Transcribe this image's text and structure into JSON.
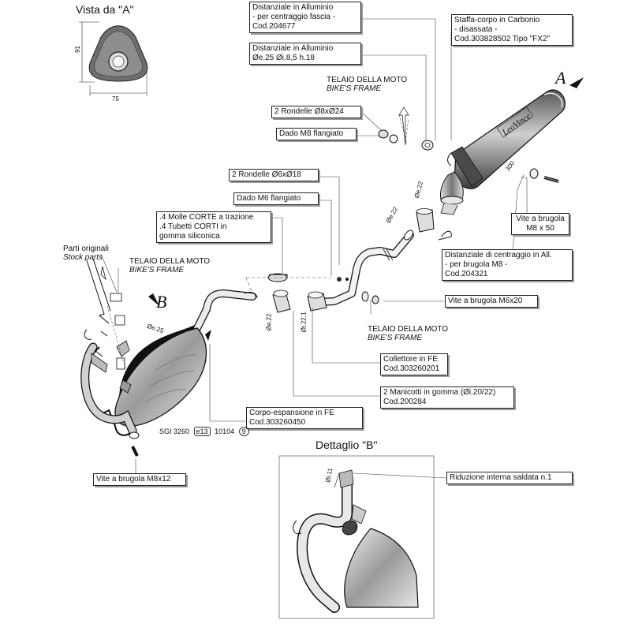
{
  "view_a": {
    "title": "Vista da \"A\"",
    "dim_height": "91",
    "dim_width": "75"
  },
  "detail_b": {
    "title": "Dettaglio \"B\""
  },
  "markers": {
    "a": "A",
    "b": "B"
  },
  "labels": {
    "distanziale_fascia": [
      "Distanziale in Alluminio",
      "- per centraggio fascia -",
      "Cod.204677"
    ],
    "staffa": [
      "Staffa-corpo in Carbonio",
      "- disassata -",
      "Cod.303828502  Tipo \"FX2\""
    ],
    "distanziale_al": [
      "Distanziale in Alluminio",
      "Øe.25  Øi.8,5  h.18"
    ],
    "rondelle_8": "2 Rondelle Ø8xØ24",
    "dado_m8": "Dado M8 flangiato",
    "rondelle_6": "2 Rondelle Ø6xØ18",
    "dado_m6": "Dado M6 flangiato",
    "molle": [
      ".4 Molle CORTE a trazione",
      ".4 Tubetti CORTI in",
      "gomma siliconica"
    ],
    "vite_m8x50": [
      "Vite a brugola",
      "M8 x 50"
    ],
    "distanziale_centraggio": [
      "Distanziale di centraggio in All.",
      "- per brugola M8 -",
      "Cod.204321"
    ],
    "vite_m6x20": "Vite a brugola M6x20",
    "collettore": [
      "Collettore in FE",
      "Cod.303260201"
    ],
    "manicotti": [
      "2 Manicotti in gomma (Øi.20/22)",
      "Cod.200284"
    ],
    "corpo": [
      "Corpo-espansione in FE",
      "Cod.303260450"
    ],
    "vite_m8x12": "Vite a brugola M8x12",
    "riduzione": "Riduzione interna saldata n.1"
  },
  "frame_labels": {
    "top": [
      "TELAIO DELLA MOTO",
      "BIKE'S FRAME"
    ],
    "left": [
      "TELAIO DELLA MOTO",
      "BIKE'S FRAME"
    ],
    "bottom": [
      "TELAIO DELLA MOTO",
      "BIKE'S FRAME"
    ],
    "stock": [
      "Parti originali",
      "Stock parts"
    ]
  },
  "homologation": {
    "code": "SGI 3260",
    "mark": "e13",
    "number": "10104",
    "circle": "9"
  },
  "dimensions": {
    "d1": "Øe.22",
    "d2": "Øe.22",
    "d3": "300",
    "d4": "Øe.22",
    "d5": "Øi.22,1",
    "d6": "Øe.25",
    "d7": "Øi.11"
  }
}
